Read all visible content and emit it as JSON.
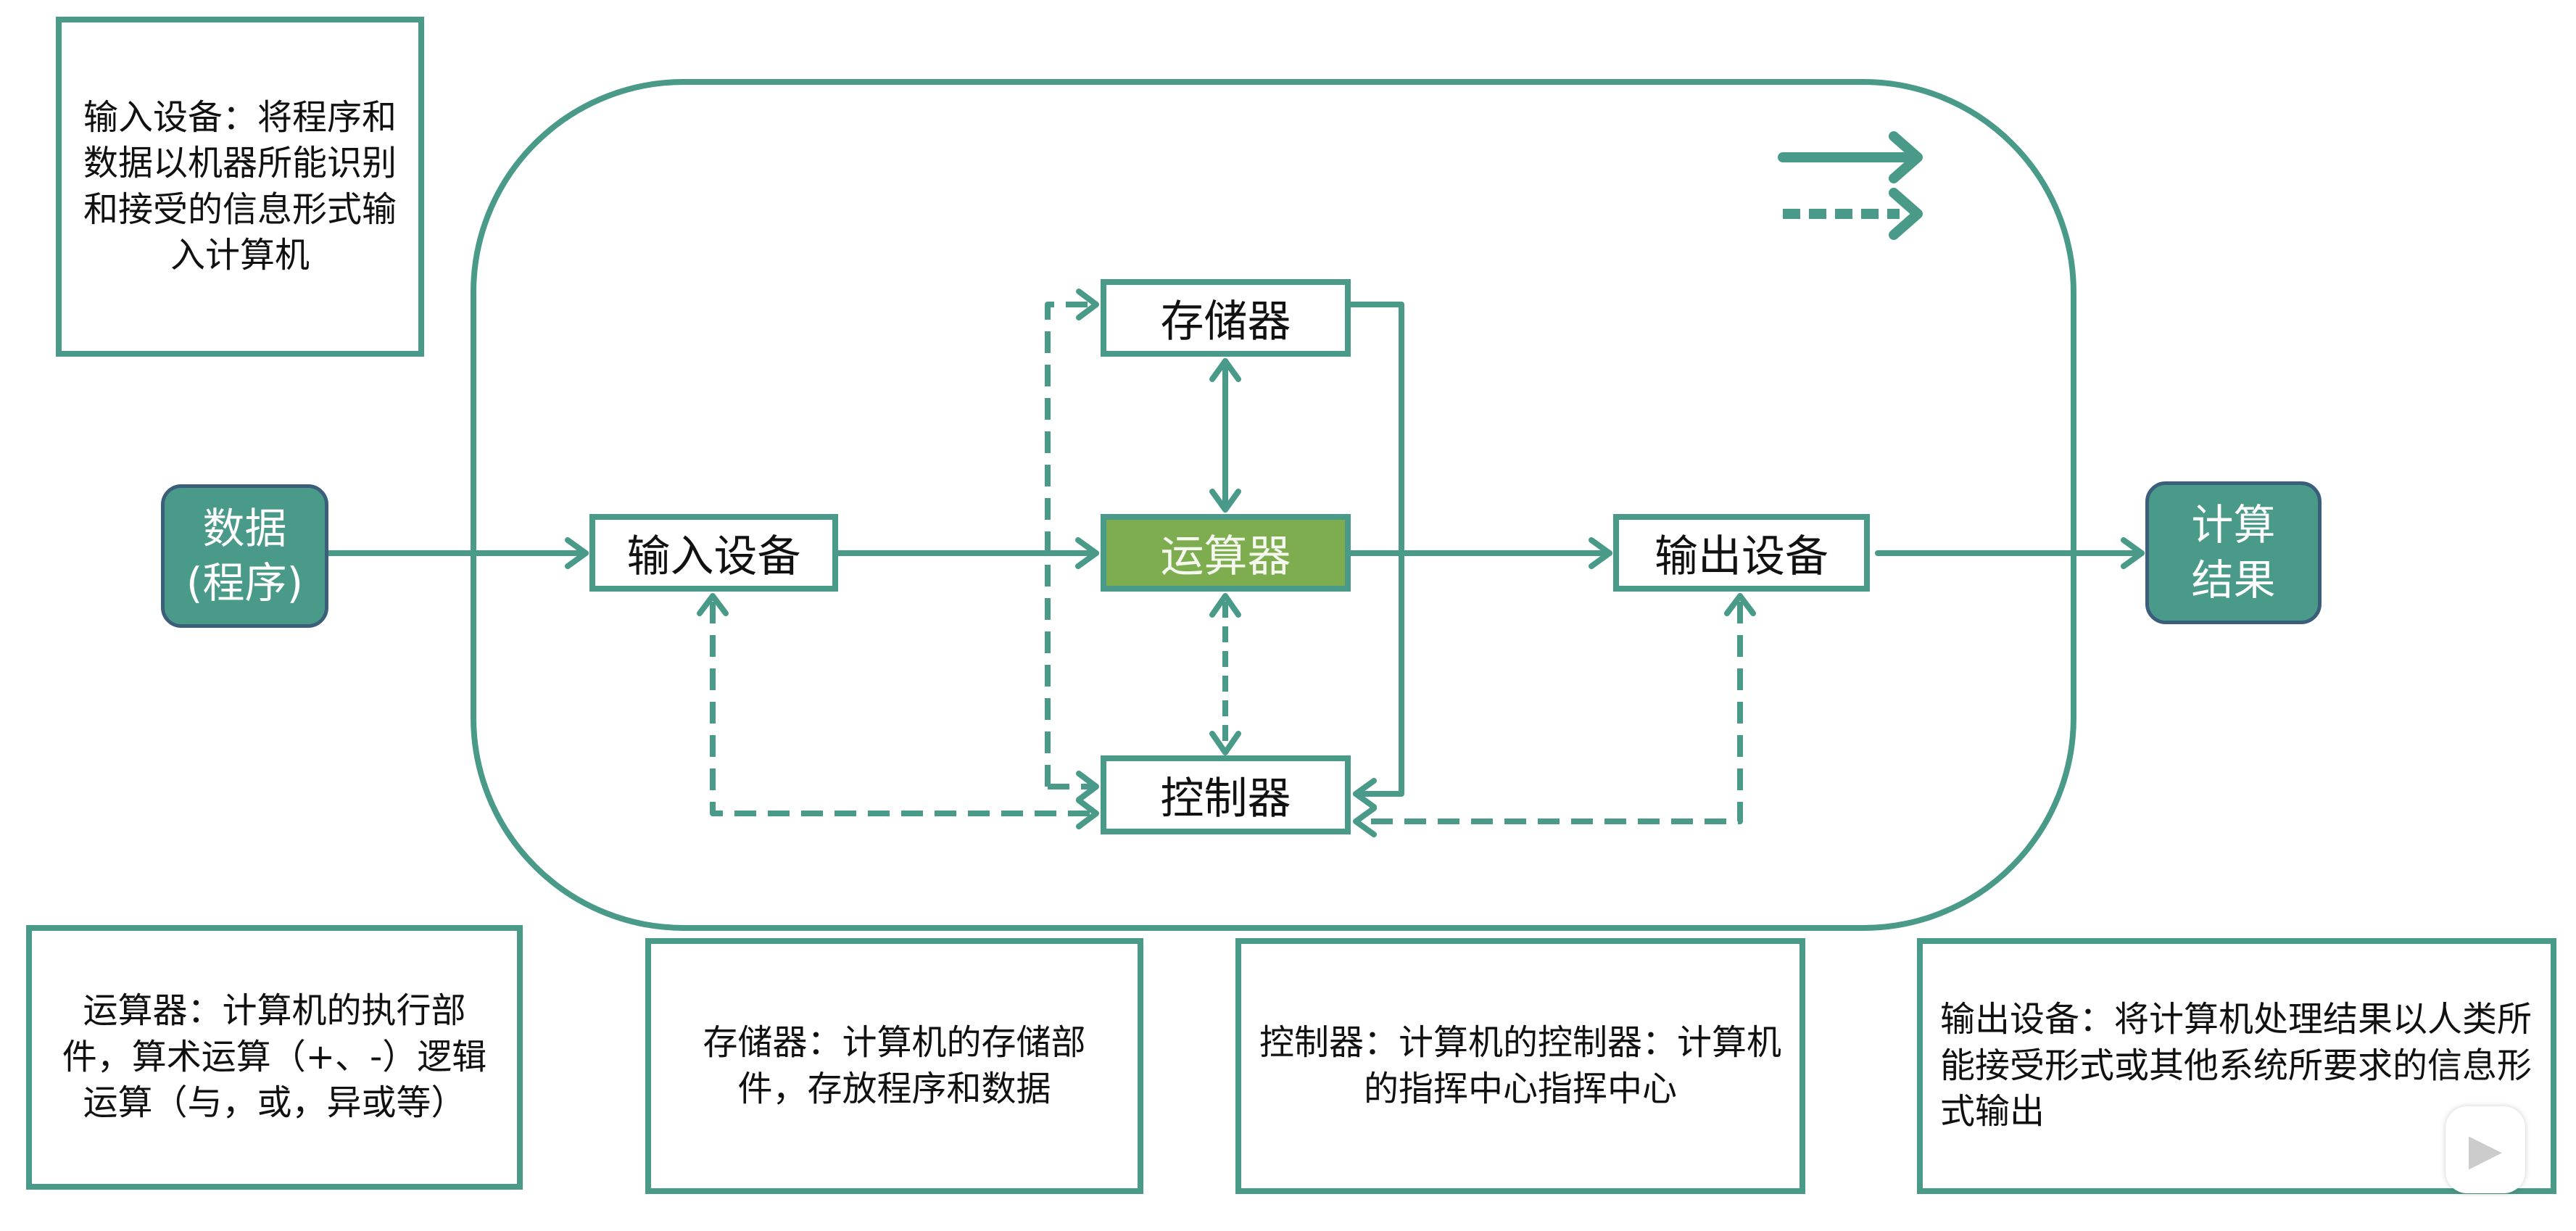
{
  "colors": {
    "line": "#4a9a89",
    "alu_fill": "#7ead4f",
    "terminal_fill": "#4a9a89",
    "terminal_border": "#3b5e7a"
  },
  "legend": [
    {
      "style": "solid-arrow"
    },
    {
      "style": "dashed-arrow"
    }
  ],
  "notes": {
    "input": "输入设备：将程序和数据以机器所能识别和接受的信息形式输入计算机",
    "alu": "运算器：计算机的执行部件，算术运算（+、-）逻辑运算（与，或，异或等）",
    "memory": "存储器：计算机的存储部件，存放程序和数据",
    "control": "控制器：计算机的控制器：计算机的指挥中心指挥中心",
    "output": "输出设备：将计算机处理结果以人类所能接受形式或其他系统所要求的信息形式输出"
  },
  "nodes": {
    "data": "数据\n(程序)",
    "input": "输入设备",
    "memory": "存储器",
    "alu": "运算器",
    "control": "控制器",
    "output": "输出设备",
    "result": "计算\n结果"
  },
  "watermark": {
    "icon": "play-icon"
  }
}
